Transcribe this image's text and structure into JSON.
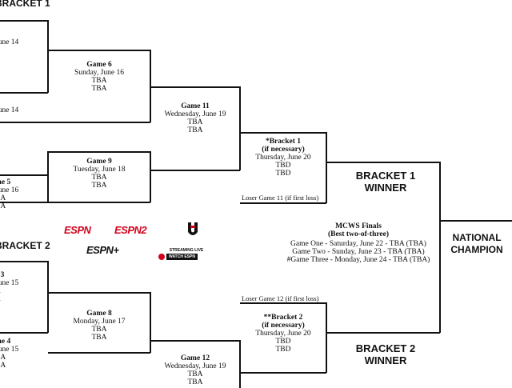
{
  "sections": {
    "bracket1": "BRACKET 1",
    "bracket2": "BRACKET 2"
  },
  "games": {
    "g1": {
      "title": "1",
      "lines": [
        "June 14"
      ]
    },
    "g2": {
      "title": "2",
      "lines": [
        "June 14"
      ]
    },
    "g5": {
      "title": "me 5",
      "lines": [
        "June 16",
        "BA",
        "BA"
      ]
    },
    "g6": {
      "title": "Game 6",
      "lines": [
        "Sunday, June 16",
        "TBA",
        "TBA"
      ]
    },
    "g9": {
      "title": "Game 9",
      "lines": [
        "Tuesday, June 18",
        "TBA",
        "TBA"
      ]
    },
    "g11": {
      "title": "Game 11",
      "lines": [
        "Wednesday, June 19",
        "TBA",
        "TBA"
      ]
    },
    "b1": {
      "title": "*Bracket 1",
      "subtitle": "(if necessary)",
      "lines": [
        "Thursday, June 20",
        "TBD",
        "TBD"
      ]
    },
    "g3": {
      "title": "e 3",
      "lines": [
        "June 15",
        "A",
        "A"
      ]
    },
    "g4": {
      "title": "me 4",
      "lines": [
        "June 15",
        "BA",
        "BA"
      ]
    },
    "g8": {
      "title": "Game 8",
      "lines": [
        "Monday, June 17",
        "TBA",
        "TBA"
      ]
    },
    "g12": {
      "title": "Game 12",
      "lines": [
        "Wednesday, June 19",
        "TBA",
        "TBA"
      ]
    },
    "b2": {
      "title": "**Bracket 2",
      "subtitle": "(if necessary)",
      "lines": [
        "Thursday, June 20",
        "TBD",
        "TBD"
      ]
    }
  },
  "loser1": "Loser Game 11 (if first loss)",
  "loser2": "Loser Game 12 (if first loss)",
  "winner1": {
    "line1": "BRACKET 1",
    "line2": "WINNER"
  },
  "winner2": {
    "line1": "BRACKET 2",
    "line2": "WINNER"
  },
  "champion": {
    "line1": "NATIONAL",
    "line2": "CHAMPION"
  },
  "finals": {
    "title": "MCWS Finals",
    "subtitle": "(Best two-of-three)",
    "lines": [
      "Game One - Saturday, June 22 - TBA (TBA)",
      "Game Two - Sunday, June 23 - TBA (TBA)",
      "#Game Three - Monday, June 24 - TBA (TBA)"
    ]
  },
  "logos": {
    "espn": "ESPN",
    "espn2": "ESPN2",
    "espnplus": "ESPN+",
    "streaming": "STREAMING LIVE",
    "watch": "WATCH ESPN",
    "colors": {
      "espn_red": "#d0021b",
      "black": "#111111"
    }
  }
}
